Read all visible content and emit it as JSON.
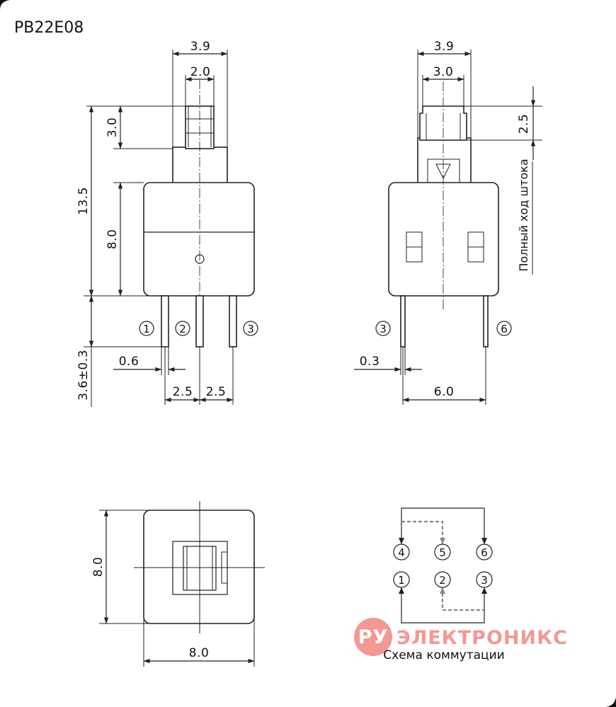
{
  "title": "PB22E08",
  "front_view": {
    "dims": {
      "stem_width": "3.9",
      "stem_inner": "2.0",
      "stem_height": "3.0",
      "total_height": "13.5",
      "body_height": "8.0",
      "pin_length": "3.6±0.3",
      "pin_width": "0.6",
      "pitch_left": "2.5",
      "pitch_right": "2.5"
    },
    "pins": [
      "1",
      "2",
      "3"
    ]
  },
  "side_view": {
    "dims": {
      "stem_width": "3.9",
      "stem_inner": "3.0",
      "travel": "2.5",
      "pin_thickness": "0.3",
      "pin_spacing": "6.0"
    },
    "travel_note": "Полный ход штока",
    "pins": [
      "3",
      "6"
    ]
  },
  "top_view": {
    "dims": {
      "height": "8.0",
      "width": "8.0"
    }
  },
  "schematic": {
    "top_row": [
      "4",
      "5",
      "6"
    ],
    "bottom_row": [
      "1",
      "2",
      "3"
    ],
    "caption": "Схема коммутации"
  },
  "watermark": {
    "badge": "РУ",
    "text": "ЭЛЕКТРОНИКС",
    "color": "#e8463c"
  }
}
